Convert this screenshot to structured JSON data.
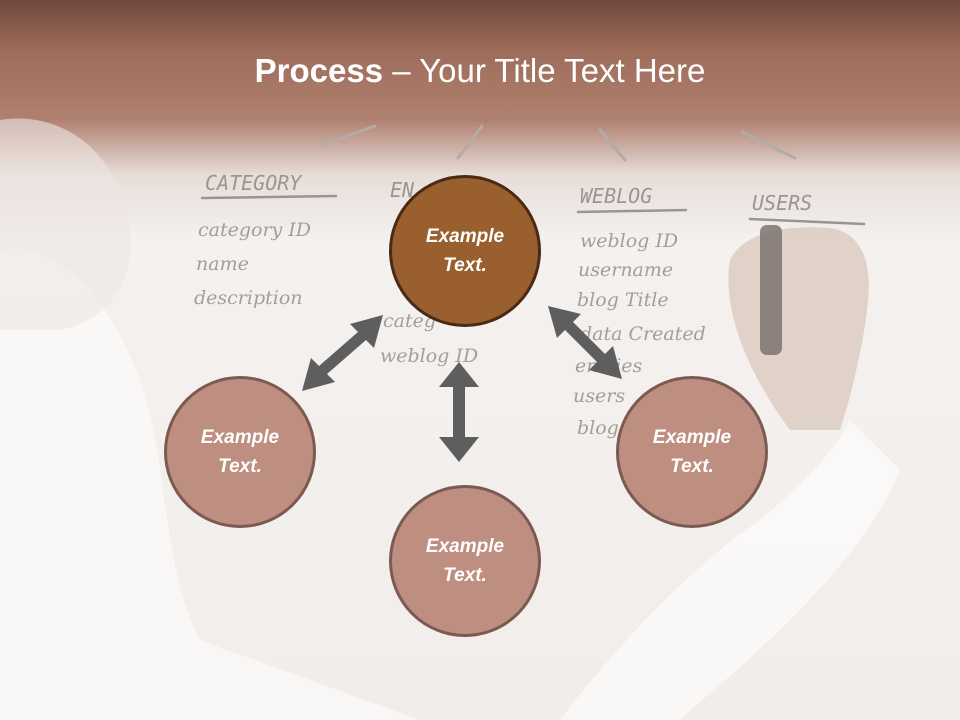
{
  "title": {
    "bold": "Process",
    "separator": " – ",
    "rest": "Your Title Text Here"
  },
  "board": {
    "headers": [
      "CATEGORY",
      "EN",
      "WEBLOG",
      "USERS"
    ],
    "col1": [
      "category ID",
      "name",
      "description"
    ],
    "col2": [
      "",
      "",
      "",
      "categ",
      "weblog ID"
    ],
    "col3": [
      "weblog ID",
      "username",
      "blog Title",
      "data Created",
      "entries",
      "users",
      "blog"
    ]
  },
  "nodes": {
    "top": {
      "line1": "Example",
      "line2": "Text."
    },
    "left": {
      "line1": "Example",
      "line2": "Text."
    },
    "bottom": {
      "line1": "Example",
      "line2": "Text."
    },
    "right": {
      "line1": "Example",
      "line2": "Text."
    }
  },
  "colors": {
    "main_fill": "#995f2f",
    "sub_fill": "#be8f80",
    "arrow": "#5e5e5e",
    "header_band": "#a77766"
  }
}
